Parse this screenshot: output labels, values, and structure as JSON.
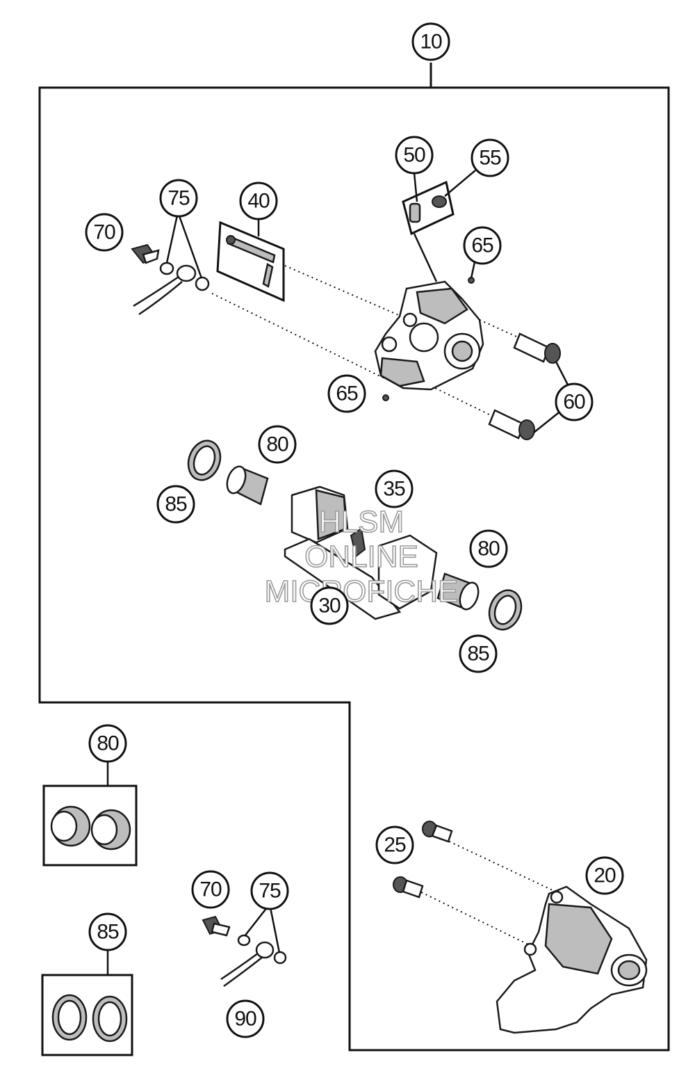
{
  "labels": {
    "n10": "10",
    "n50": "50",
    "n55": "55",
    "n75a": "75",
    "n40": "40",
    "n70a": "70",
    "n65a": "65",
    "n65b": "65",
    "n60": "60",
    "n80a": "80",
    "n85a": "85",
    "n35": "35",
    "n80b": "80",
    "n30": "30",
    "n85b": "85",
    "n80c": "80",
    "n25": "25",
    "n20": "20",
    "n70b": "70",
    "n75b": "75",
    "n85c": "85",
    "n90": "90"
  },
  "watermark": {
    "line1": "HLSM",
    "line2": "ONLINE",
    "line3": "MICROFICHE"
  }
}
